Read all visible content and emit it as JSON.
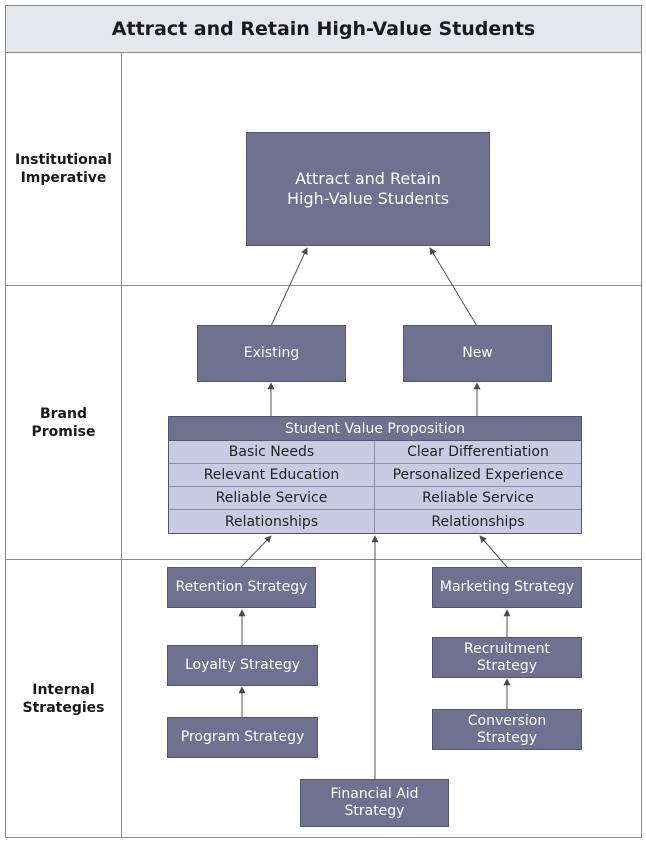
{
  "header": {
    "title": "Attract and Retain High-Value Students"
  },
  "rows": {
    "imperative": "Institutional\nImperative",
    "brand": "Brand\nPromise",
    "strategies": "Internal\nStrategies"
  },
  "imperative_box": "Attract and Retain\nHigh-Value Students",
  "brand_boxes": {
    "existing": "Existing",
    "new": "New"
  },
  "svp": {
    "title": "Student Value Proposition",
    "cells": [
      "Basic Needs",
      "Clear Differentiation",
      "Relevant Education",
      "Personalized Experience",
      "Reliable Service",
      "Reliable Service",
      "Relationships",
      "Relationships"
    ]
  },
  "strategies": {
    "retention": "Retention Strategy",
    "loyalty": "Loyalty Strategy",
    "program": "Program Strategy",
    "marketing": "Marketing Strategy",
    "recruitment": "Recruitment\nStrategy",
    "conversion": "Conversion\nStrategy",
    "financial_aid": "Financial Aid\nStrategy"
  }
}
